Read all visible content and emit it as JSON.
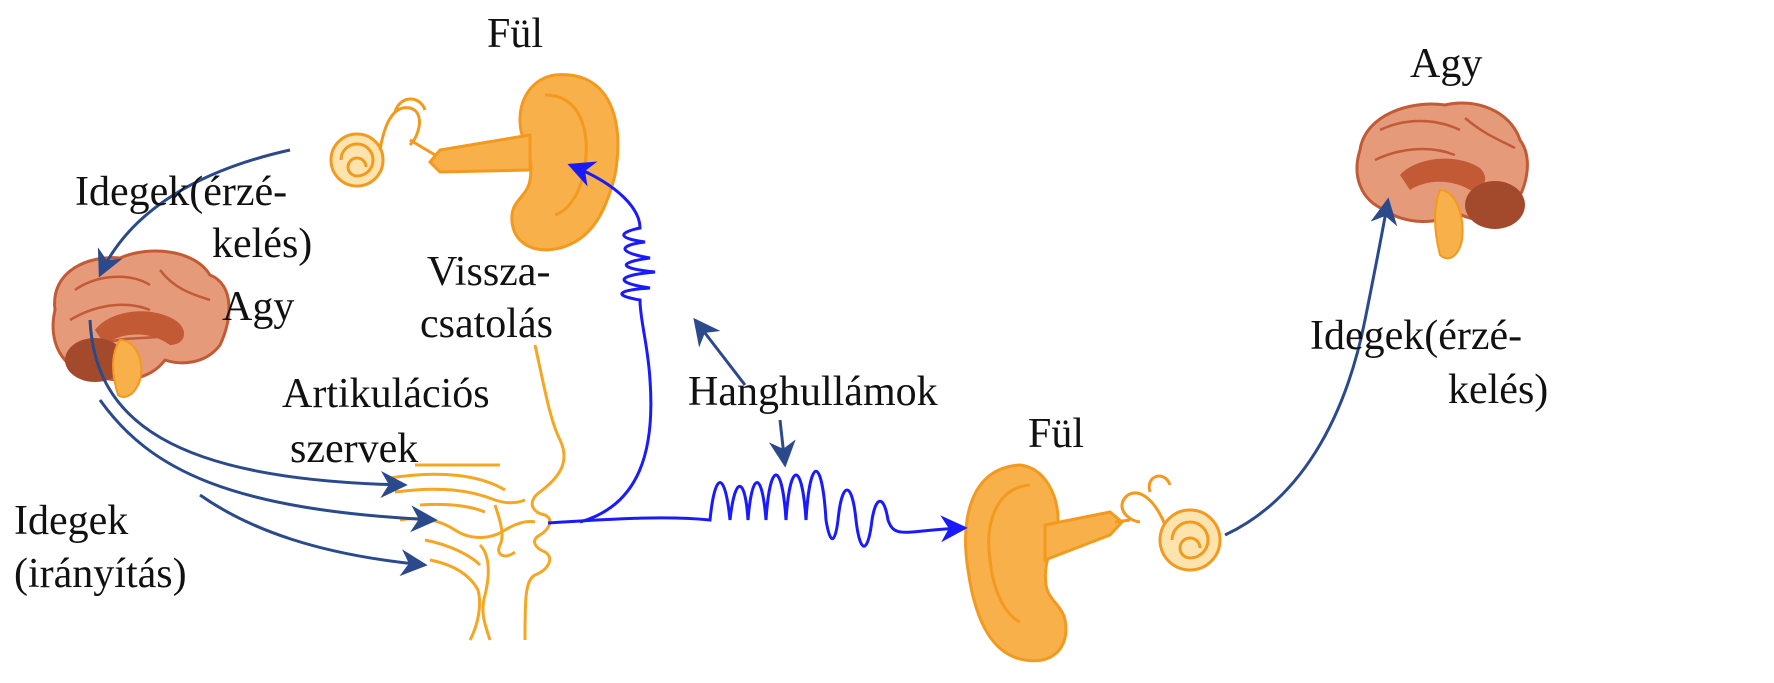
{
  "labels": {
    "ear_top": "Fül",
    "brain_left": "Agy",
    "nerves_sensing_left_1": "Idegek(érzé-",
    "nerves_sensing_left_2": "kelés)",
    "feedback_1": "Vissza-",
    "feedback_2": "csatolás",
    "articulation_1": "Artikulációs",
    "articulation_2": "szervek",
    "nerves_control_1": "Idegek",
    "nerves_control_2": "(irányítás)",
    "sound_waves": "Hanghullámok",
    "ear_bottom": "Fül",
    "brain_right": "Agy",
    "nerves_sensing_right_1": "Idegek(érzé-",
    "nerves_sensing_right_2": "kelés)"
  },
  "colors": {
    "nerve_arrow": "#2b4a8c",
    "sound_wave": "#1a1aff",
    "ear_fill": "#f7b04a",
    "ear_outline": "#f39a1e",
    "brain_fill": "#e59a7a",
    "brain_dark": "#c25a36",
    "articulation_outline": "#f5a623"
  },
  "icons": [
    "ear-icon",
    "inner-ear-icon",
    "brain-icon",
    "vocal-tract-icon"
  ]
}
